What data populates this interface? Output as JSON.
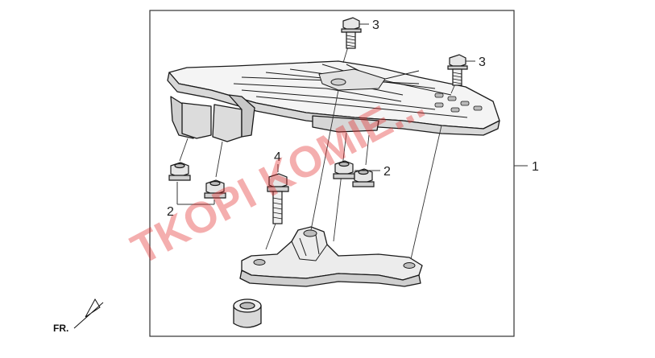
{
  "labels": {
    "callout_1": "1",
    "callout_2_left": "2",
    "callout_2_right": "2",
    "callout_3_top": "3",
    "callout_3_right": "3",
    "callout_4": "4",
    "front_marker": "FR."
  },
  "watermark": {
    "text": "TKOPI KOMIE...",
    "color": "#e32a2a"
  },
  "colors": {
    "line": "#1a1a1a",
    "frame": "#333333",
    "fill_light": "#e6e6e6",
    "fill_mid": "#bdbdbd"
  }
}
